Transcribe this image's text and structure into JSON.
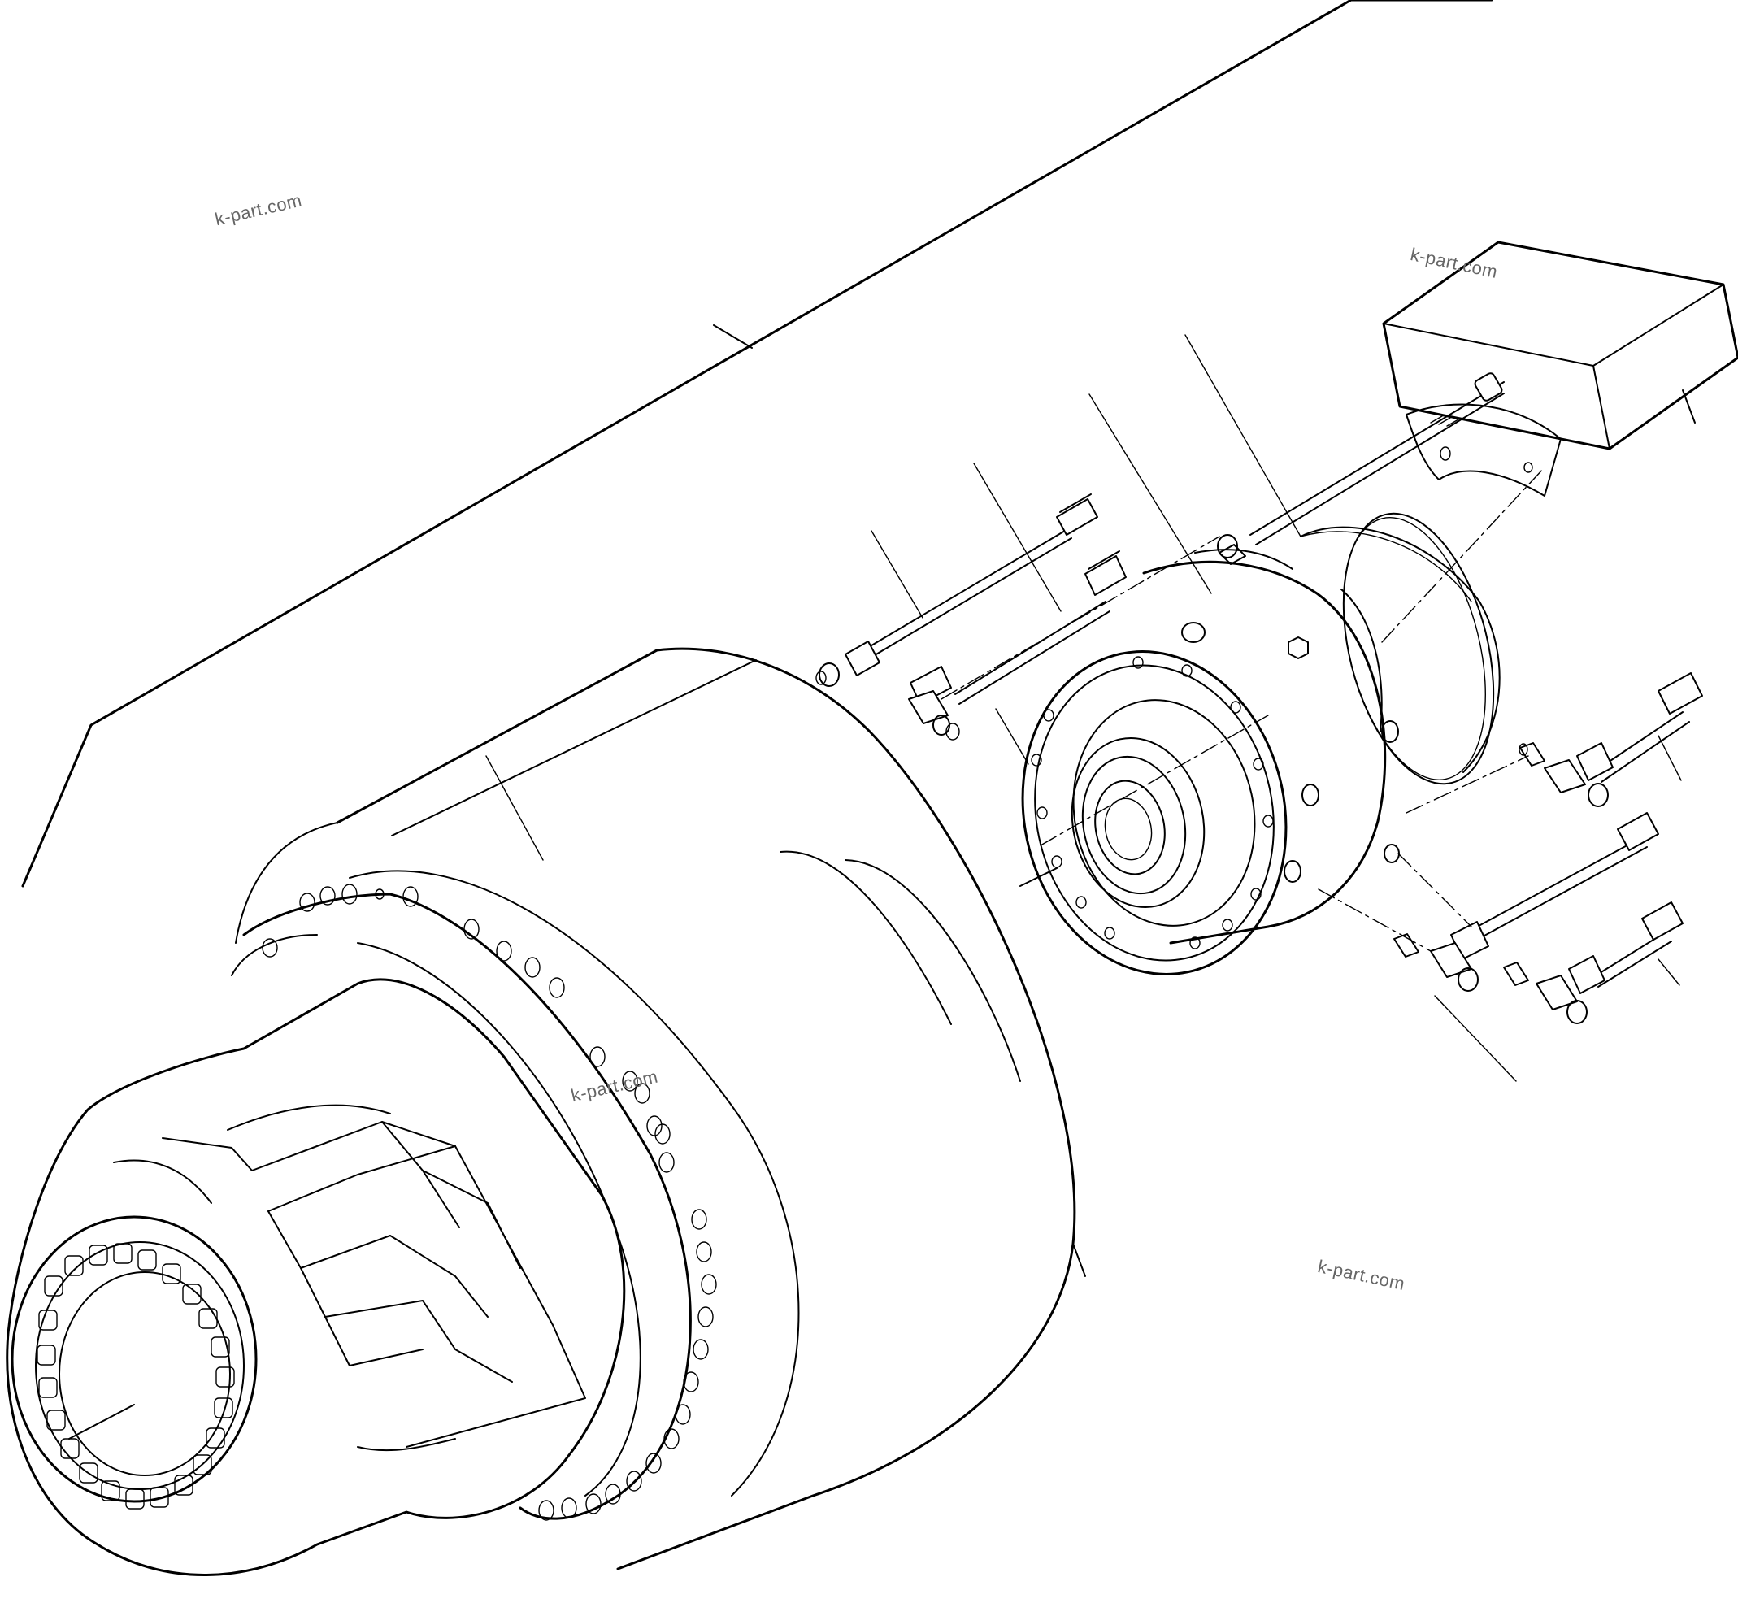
{
  "watermarks": [
    {
      "text": "k-part.com"
    },
    {
      "text": "k-part.com"
    },
    {
      "text": "k-part.com"
    },
    {
      "text": "k-part.com"
    }
  ],
  "colors": {
    "line": "#000000",
    "background": "#ffffff",
    "watermark": "#666666"
  }
}
